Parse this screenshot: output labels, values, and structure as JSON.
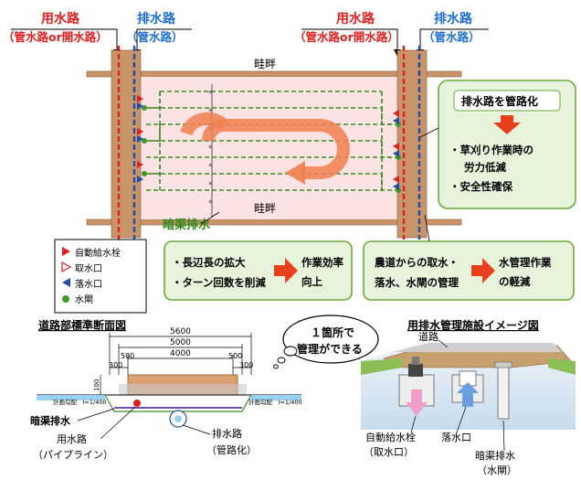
{
  "colors": {
    "water_supply": "#e02020",
    "drainage": "#1f4fa8",
    "paddy": "#fbe3e3",
    "bank": "#c8956a",
    "road": "#c8966a",
    "green_box": "#e8f3dc",
    "green_border": "#6aaa3a",
    "orange_arrow": "#f08050",
    "red_arrow": "#e8401c",
    "dashed_pipe": "#3c8c28"
  },
  "top": {
    "left_supply": "用水路",
    "left_supply_sub": "（管水路or開水路）",
    "left_drain": "排水路",
    "left_drain_sub": "（管水路）",
    "right_supply": "用水路",
    "right_supply_sub": "（管水路or開水路）",
    "right_drain": "排水路",
    "right_drain_sub": "（管水路）",
    "ridge_top": "畦畔",
    "ridge_bottom": "畦畔",
    "underdrain": "暗渠排水"
  },
  "legend": [
    {
      "label": "自動給水栓",
      "icon": "red-triangle-icon"
    },
    {
      "label": "取水口",
      "icon": "outline-triangle-icon"
    },
    {
      "label": "落水口",
      "icon": "blue-triangle-icon"
    },
    {
      "label": "水閘",
      "icon": "green-circle-icon"
    }
  ],
  "boxes": {
    "right_title": "排水路を管路化",
    "right_item1": "・草刈り作業時の",
    "right_item1b": "労力低減",
    "right_item2": "・安全性確保",
    "mid_line1": "・長辺長の拡大",
    "mid_line2": "・ターン回数を削減",
    "mid_result1": "作業効率",
    "mid_result2": "向上",
    "right2_line1": "農道からの取水・",
    "right2_line2": "落水、水閘の管理",
    "right2_result1": "水管理作業",
    "right2_result2": "の軽減"
  },
  "section": {
    "title": "道路部標準断面図",
    "dim_total": "5600",
    "dim_5000": "5000",
    "dim_4000": "4000",
    "dim_500a": "500",
    "dim_500b": "500",
    "dim_300a": "300",
    "dim_300b": "300",
    "side_dim": "100",
    "slope_left": "計画勾配　I=1/400",
    "slope_right": "計画勾配　I=1/400",
    "lbl_underdrain": "暗渠排水",
    "lbl_supply": "用水路",
    "lbl_supply_sub": "（パイプライン）",
    "lbl_drain": "排水路",
    "lbl_drain_sub": "（管路化）"
  },
  "image_fig": {
    "title": "用排水管理施設イメージ図",
    "bubble1": "１箇所で",
    "bubble2": "管理ができる",
    "road": "道路",
    "lbl_valve": "自動給水栓",
    "lbl_valve_sub": "（取水口）",
    "lbl_outlet": "落水口",
    "lbl_underdrain": "暗渠排水",
    "lbl_underdrain_sub": "（水閘）"
  }
}
